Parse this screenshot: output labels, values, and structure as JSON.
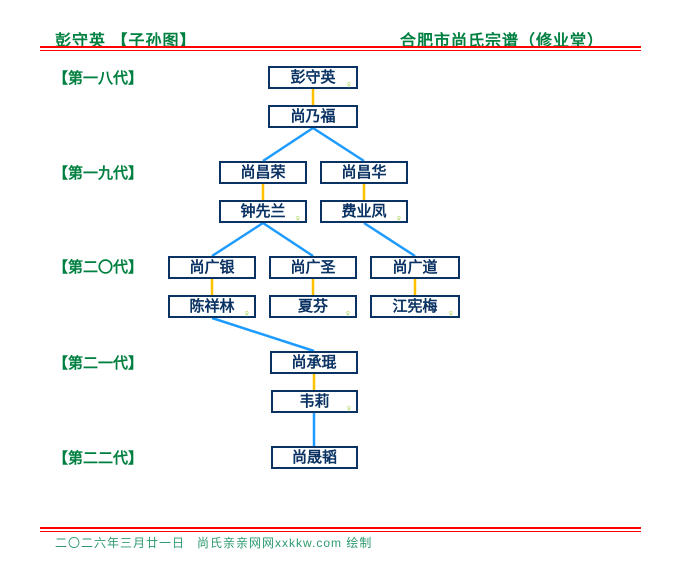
{
  "header": {
    "left_title": "彭守英 【子孙图】",
    "right_title": "合肥市尚氏宗谱（修业堂）"
  },
  "generations": [
    {
      "label": "【第一八代】"
    },
    {
      "label": "【第一九代】"
    },
    {
      "label": "【第二〇代】"
    },
    {
      "label": "【第二一代】"
    },
    {
      "label": "【第二二代】"
    }
  ],
  "nodes": [
    {
      "name": "彭守英",
      "gender": "female",
      "generation": "第一八代"
    },
    {
      "name": "尚乃福",
      "gender": "male",
      "generation": "第一八代"
    },
    {
      "name": "尚昌荣",
      "gender": "male",
      "generation": "第一九代"
    },
    {
      "name": "尚昌华",
      "gender": "male",
      "generation": "第一九代"
    },
    {
      "name": "钟先兰",
      "gender": "female",
      "generation": "第一九代"
    },
    {
      "name": "费业凤",
      "gender": "female",
      "generation": "第一九代"
    },
    {
      "name": "尚广银",
      "gender": "male",
      "generation": "第二〇代"
    },
    {
      "name": "尚广圣",
      "gender": "male",
      "generation": "第二〇代"
    },
    {
      "name": "尚广道",
      "gender": "male",
      "generation": "第二〇代"
    },
    {
      "name": "陈祥林",
      "gender": "female",
      "generation": "第二〇代"
    },
    {
      "name": "夏芬",
      "gender": "female",
      "generation": "第二〇代"
    },
    {
      "name": "江宪梅",
      "gender": "female",
      "generation": "第二〇代"
    },
    {
      "name": "尚承琨",
      "gender": "male",
      "generation": "第二一代"
    },
    {
      "name": "韦莉",
      "gender": "female",
      "generation": "第二一代"
    },
    {
      "name": "尚晟韬",
      "gender": "male",
      "generation": "第二二代"
    }
  ],
  "couple_links": [
    [
      "彭守英",
      "尚乃福"
    ],
    [
      "尚昌荣",
      "钟先兰"
    ],
    [
      "尚昌华",
      "费业凤"
    ],
    [
      "尚广银",
      "陈祥林"
    ],
    [
      "尚广圣",
      "夏芬"
    ],
    [
      "尚广道",
      "江宪梅"
    ],
    [
      "尚承琨",
      "韦莉"
    ]
  ],
  "child_links": [
    [
      "尚乃福",
      "尚昌荣"
    ],
    [
      "尚乃福",
      "尚昌华"
    ],
    [
      "钟先兰",
      "尚广银"
    ],
    [
      "钟先兰",
      "尚广圣"
    ],
    [
      "费业凤",
      "尚广道"
    ],
    [
      "陈祥林",
      "尚承琨"
    ],
    [
      "韦莉",
      "尚晟韬"
    ]
  ],
  "symbols": {
    "female": "♀"
  },
  "footer": {
    "date": "二〇二六年三月廿一日",
    "credit": "尚氏亲亲网网xxkkw.com 绘制"
  },
  "colors": {
    "header_green": "#008040",
    "box_navy": "#0a3263",
    "couple_line_yellow": "#ffc000",
    "child_line_blue": "#1e9bff",
    "female_symbol_green": "#99cc33",
    "rule_red": "#ff0000",
    "footer_green": "#2e9a6e"
  }
}
